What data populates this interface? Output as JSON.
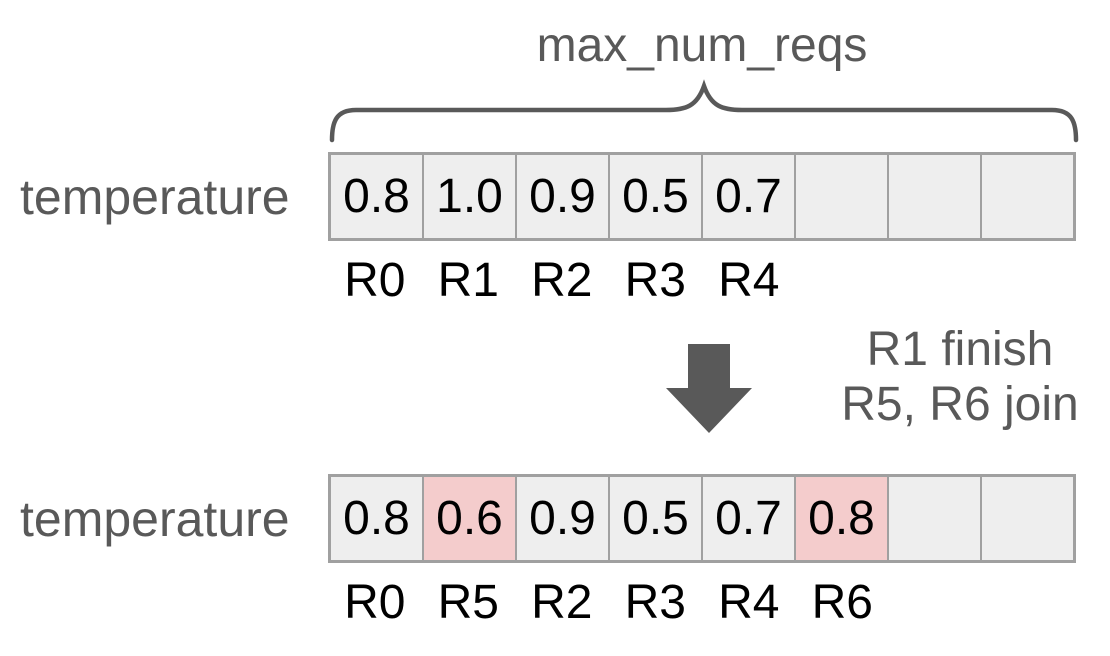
{
  "colors": {
    "background": "#ffffff",
    "text_gray": "#595959",
    "text_black": "#000000",
    "cell_bg": "#eeeeee",
    "cell_highlight": "#f4cccc",
    "cell_border": "#a0a0a0",
    "brace_stroke": "#595959",
    "arrow_fill": "#595959"
  },
  "brace": {
    "label": "max_num_reqs"
  },
  "before": {
    "row_label": "temperature",
    "cells": [
      {
        "value": "0.8",
        "highlight": false
      },
      {
        "value": "1.0",
        "highlight": false
      },
      {
        "value": "0.9",
        "highlight": false
      },
      {
        "value": "0.5",
        "highlight": false
      },
      {
        "value": "0.7",
        "highlight": false
      },
      {
        "value": "",
        "highlight": false
      },
      {
        "value": "",
        "highlight": false
      },
      {
        "value": "",
        "highlight": false
      }
    ],
    "request_labels": [
      "R0",
      "R1",
      "R2",
      "R3",
      "R4",
      "",
      "",
      ""
    ]
  },
  "transition": {
    "arrow_icon": "down-arrow",
    "lines": [
      "R1 finish",
      "R5, R6 join"
    ]
  },
  "after": {
    "row_label": "temperature",
    "cells": [
      {
        "value": "0.8",
        "highlight": false
      },
      {
        "value": "0.6",
        "highlight": true
      },
      {
        "value": "0.9",
        "highlight": false
      },
      {
        "value": "0.5",
        "highlight": false
      },
      {
        "value": "0.7",
        "highlight": false
      },
      {
        "value": "0.8",
        "highlight": true
      },
      {
        "value": "",
        "highlight": false
      },
      {
        "value": "",
        "highlight": false
      }
    ],
    "request_labels": [
      "R0",
      "R5",
      "R2",
      "R3",
      "R4",
      "R6",
      "",
      ""
    ]
  }
}
